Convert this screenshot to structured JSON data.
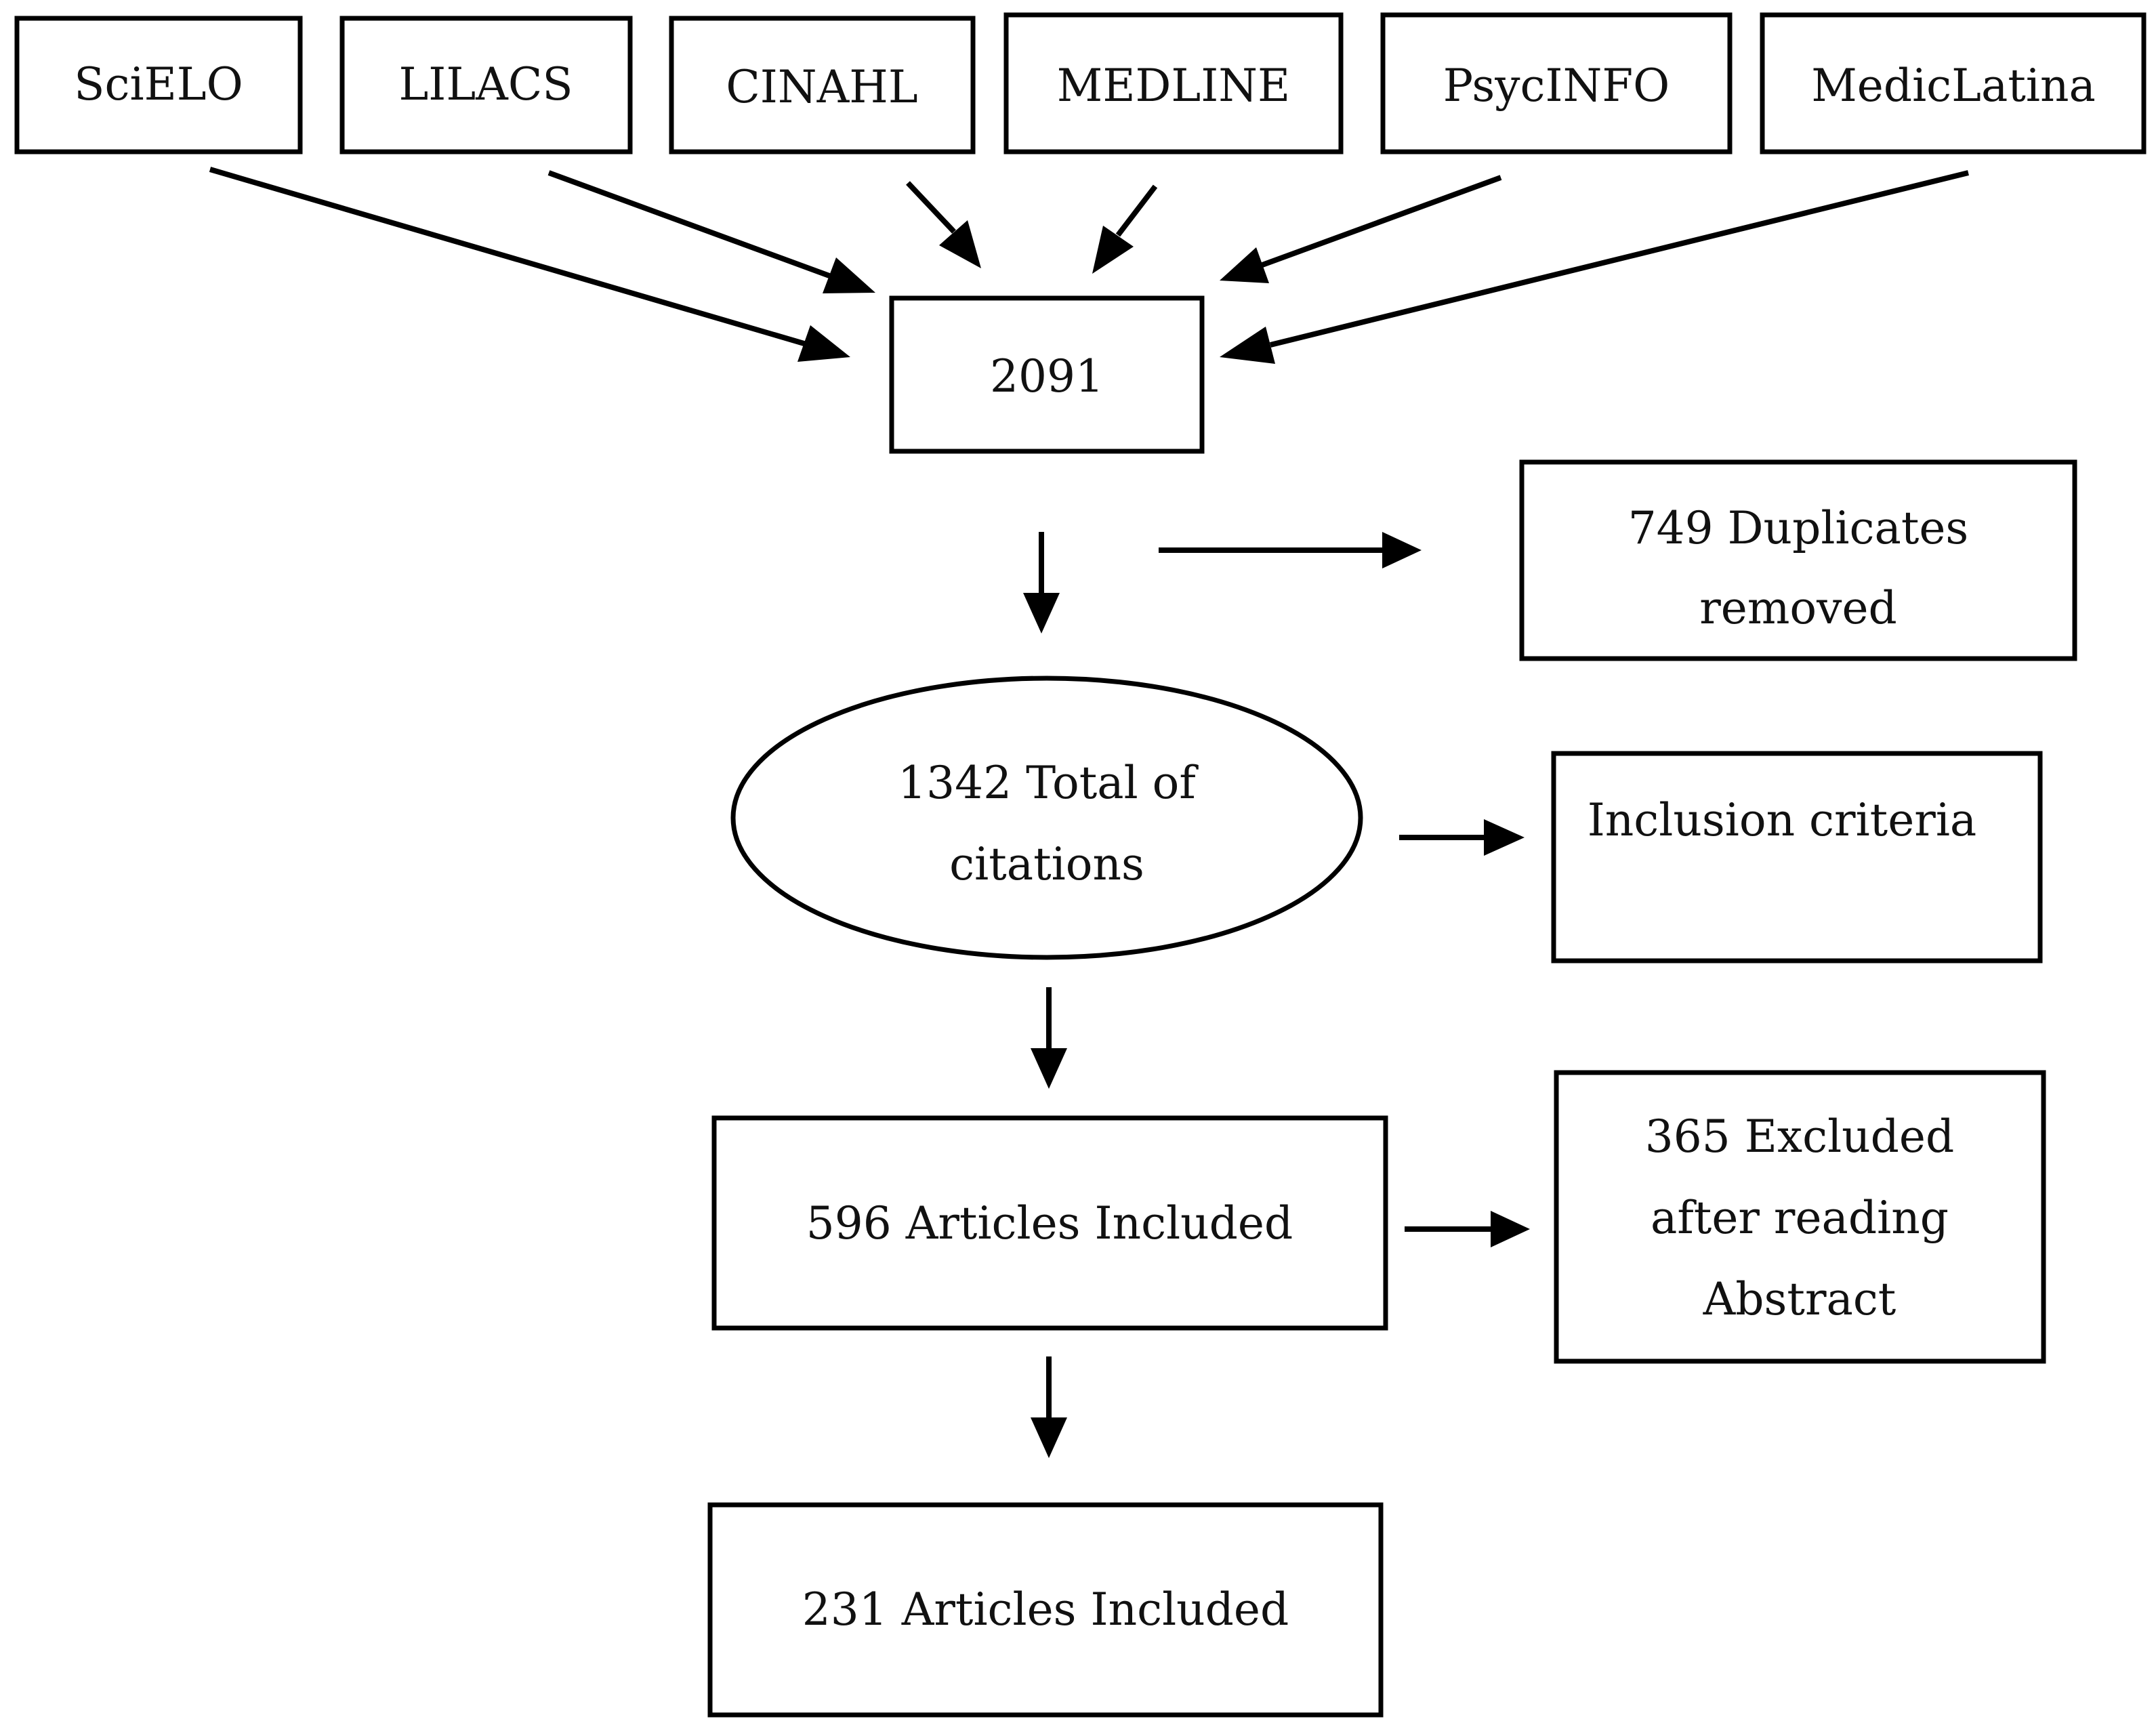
{
  "sources": {
    "scielo": "SciELO",
    "lilacs": "LILACS",
    "cinahl": "CINAHL",
    "medline": "MEDLINE",
    "psycinfo": "PsycINFO",
    "mediclatina": "MedicLatina"
  },
  "total_records": "2091",
  "duplicates": {
    "line1": "749 Duplicates",
    "line2": "removed"
  },
  "total_citations": {
    "line1": "1342 Total of",
    "line2": "citations"
  },
  "inclusion_criteria": "Inclusion criteria",
  "articles_included_1": "596 Articles Included",
  "excluded_abstract": {
    "line1": "365 Excluded",
    "line2": "after reading",
    "line3": "Abstract"
  },
  "articles_included_2": "231 Articles Included",
  "colors": {
    "stroke": "#000000",
    "background": "#ffffff",
    "text": "#111111"
  }
}
